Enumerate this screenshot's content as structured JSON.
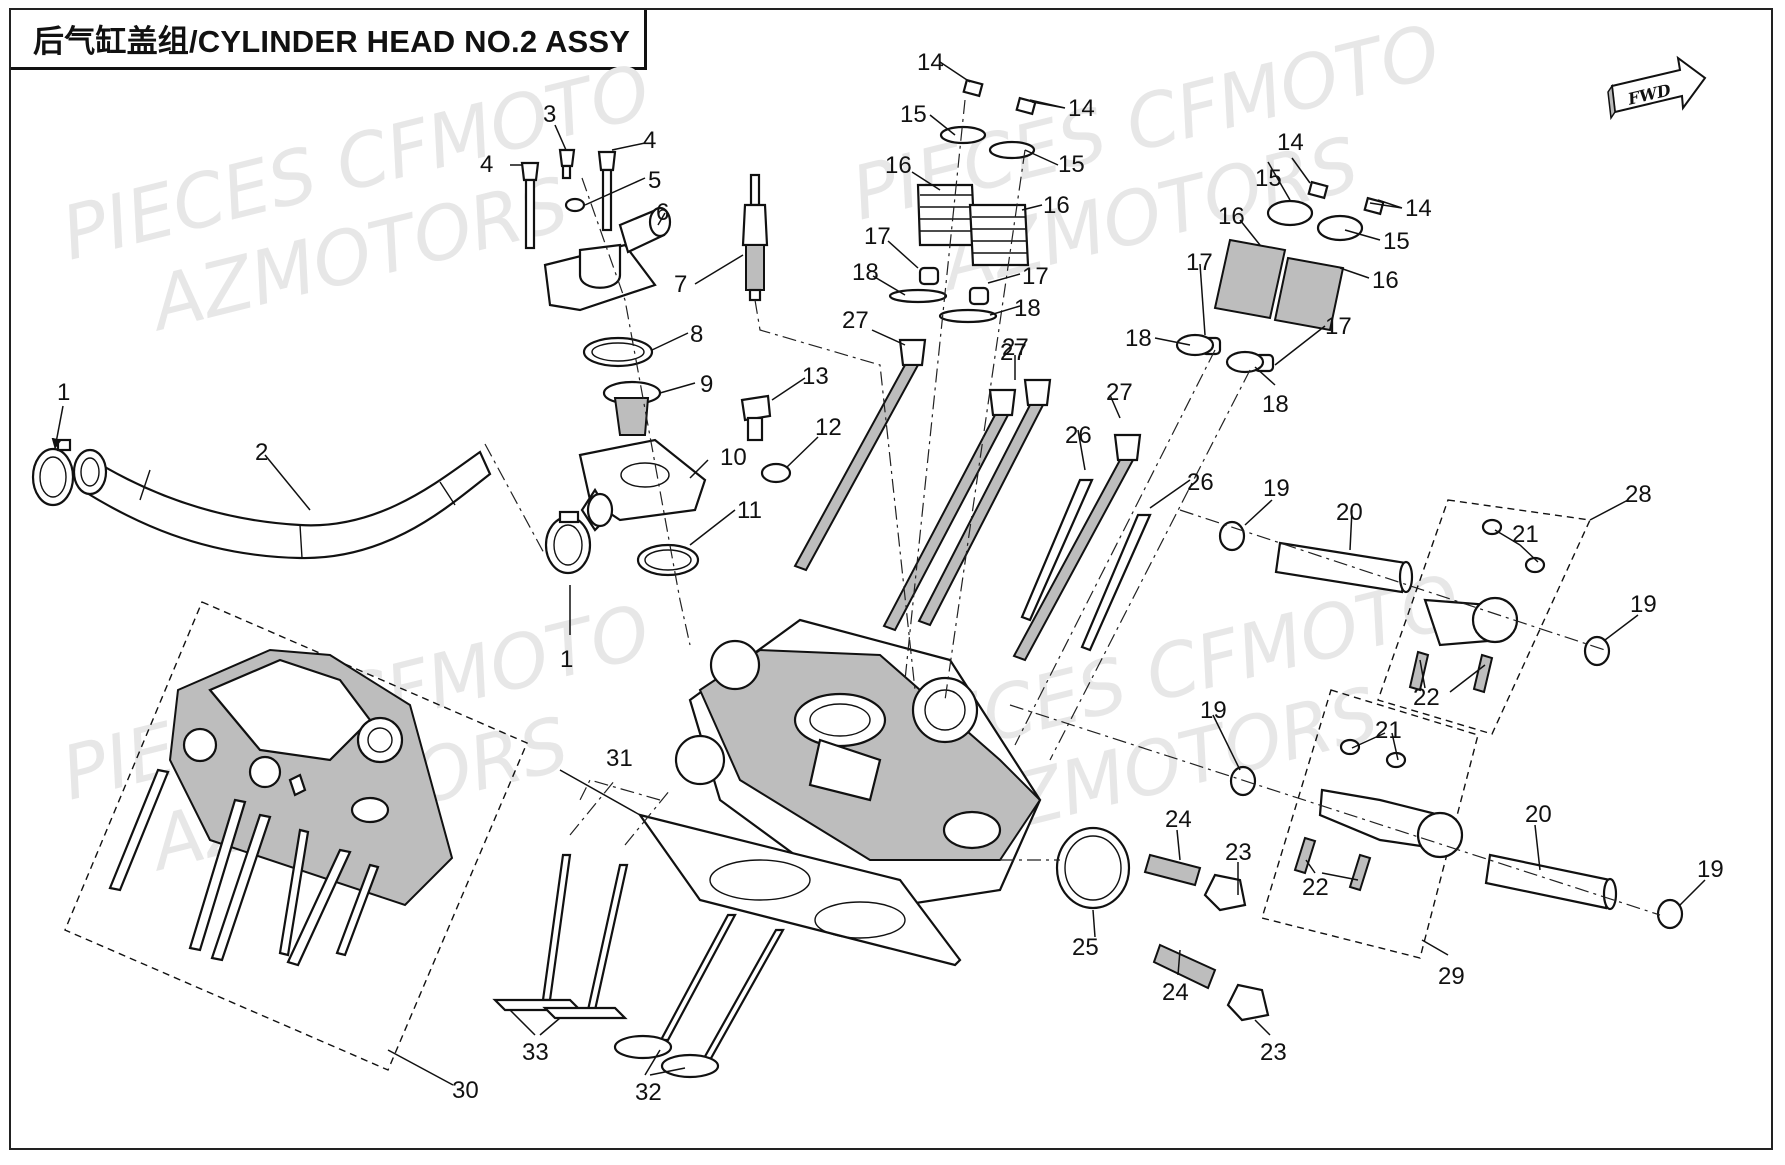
{
  "title": "后气缸盖组/CYLINDER HEAD NO.2  ASSY",
  "direction_badge": "FWD",
  "watermarks": [
    "PIECES CFMOTO",
    "AZMOTORS"
  ],
  "callouts": [
    "1",
    "2",
    "3",
    "4",
    "4",
    "5",
    "6",
    "7",
    "8",
    "9",
    "10",
    "11",
    "12",
    "13",
    "14",
    "14",
    "14",
    "14",
    "15",
    "15",
    "15",
    "15",
    "16",
    "16",
    "16",
    "16",
    "17",
    "17",
    "17",
    "17",
    "18",
    "18",
    "18",
    "18",
    "19",
    "19",
    "19",
    "19",
    "20",
    "20",
    "21",
    "21",
    "22",
    "22",
    "23",
    "23",
    "24",
    "24",
    "25",
    "26",
    "26",
    "27",
    "27",
    "27",
    "27",
    "28",
    "29",
    "30",
    "31",
    "32",
    "33",
    "1"
  ]
}
